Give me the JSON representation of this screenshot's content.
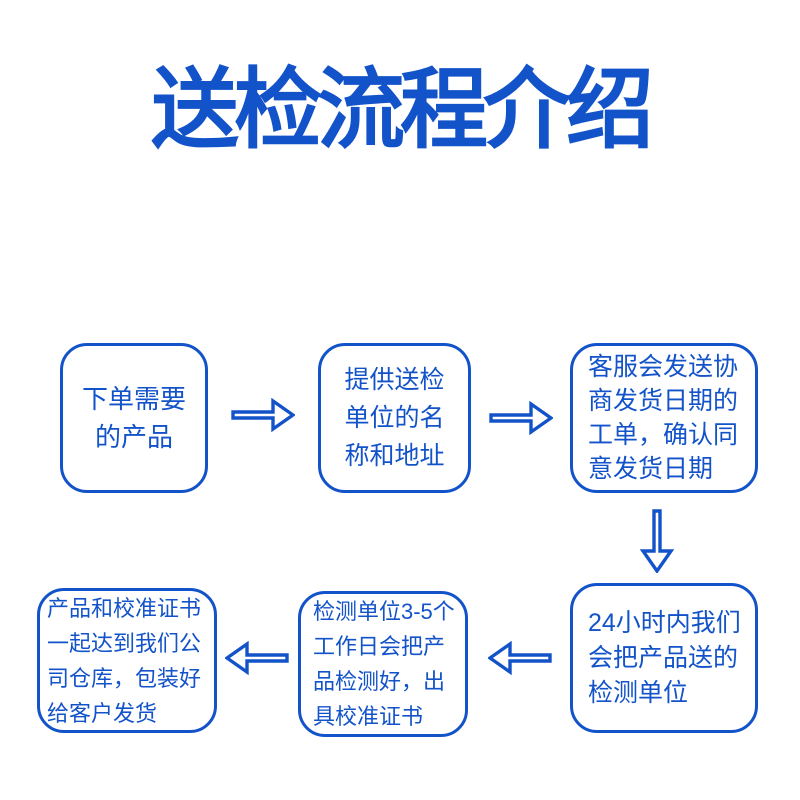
{
  "page": {
    "background": "#ffffff",
    "accent": "#1353c9",
    "title": "送检流程介绍"
  },
  "steps": [
    {
      "lines": [
        "下单需要",
        "的产品"
      ]
    },
    {
      "lines": [
        "提供送检",
        "单位的名",
        "称和地址"
      ]
    },
    {
      "lines": [
        "客服会发送协",
        "商发货日期的",
        "工单，确认同",
        "意发货日期"
      ]
    },
    {
      "lines": [
        "24小时内我们",
        "会把产品送的",
        "检测单位"
      ]
    },
    {
      "lines": [
        "检测单位3-5个",
        "工作日会把产",
        "品检测好，出",
        "具校准证书"
      ]
    },
    {
      "lines": [
        "产品和校准证书",
        "一起达到我们公",
        "司仓库，包装好",
        "给客户发货"
      ]
    }
  ],
  "connectors": [
    {
      "direction": "right"
    },
    {
      "direction": "right"
    },
    {
      "direction": "down"
    },
    {
      "direction": "left"
    },
    {
      "direction": "left"
    }
  ]
}
